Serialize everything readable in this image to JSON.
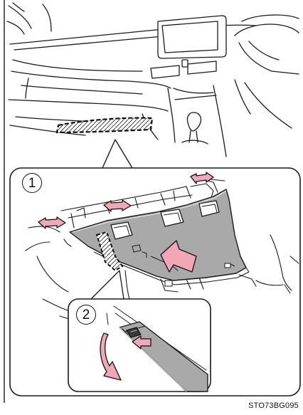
{
  "figure": {
    "step1_number": "1",
    "step2_number": "2",
    "caption_code": "STO73BG095"
  },
  "colors": {
    "line": "#1a1a1a",
    "panel_fill": "#a9a9a9",
    "arrow_fill": "#f2a7b6",
    "arrow_stroke": "#111111",
    "background": "#ffffff"
  },
  "icons": [
    "push-arrow-icon",
    "release-arrow-icon",
    "rotate-down-arrow-icon",
    "clip-hook-icon"
  ]
}
